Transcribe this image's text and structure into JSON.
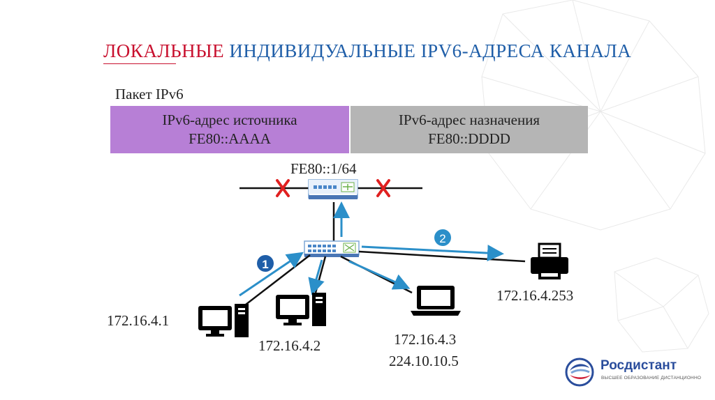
{
  "title": {
    "part1": "ЛОКАЛЬНЫЕ",
    "part2": "ИНДИВИДУАЛЬНЫЕ IPV6-АДРЕСА КАНАЛА"
  },
  "packet": {
    "label": "Пакет IPv6",
    "source_header": "IPv6-адрес источника",
    "source_value": "FE80::AAAA",
    "dest_header": "IPv6-адрес назначения",
    "dest_value": "FE80::DDDD"
  },
  "router": {
    "address": "FE80::1/64"
  },
  "steps": {
    "one": "1",
    "two": "2"
  },
  "hosts": {
    "pc1": "172.16.4.1",
    "pc2": "172.16.4.2",
    "laptop_ip": "172.16.4.3",
    "laptop_ip2": "224.10.10.5",
    "printer": "172.16.4.253"
  },
  "logo": {
    "name": "Росдистант",
    "tagline": "ВЫСШЕЕ ОБРАЗОВАНИЕ ДИСТАНЦИОННО"
  },
  "colors": {
    "title_accent": "#c8102e",
    "title_main": "#1f5ea8",
    "source_cell": "#b77fd6",
    "dest_cell": "#b5b5b5",
    "arrow": "#2b8fc9",
    "blocked": "#e02020"
  }
}
